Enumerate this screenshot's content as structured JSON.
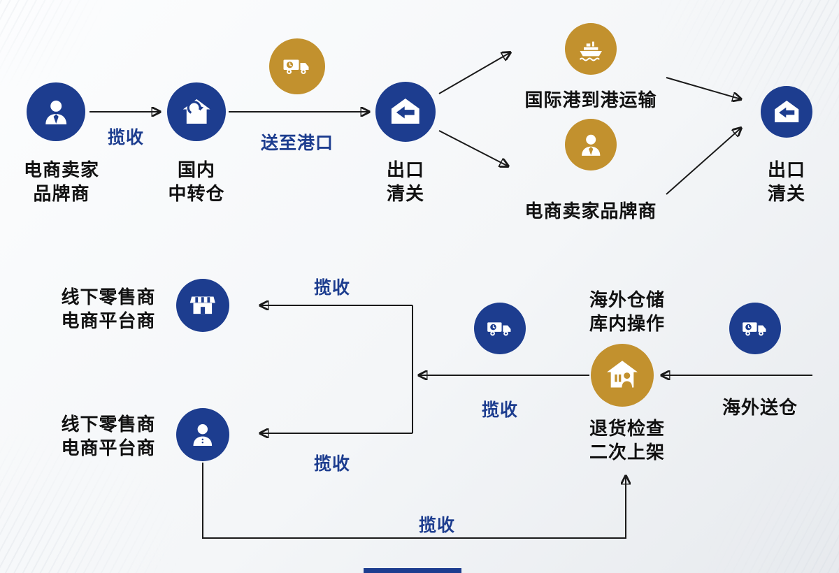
{
  "colors": {
    "navy": "#1d3d8f",
    "gold": "#c2912e",
    "node_label_text": "#111111",
    "edge_label_text": "#1d3d8f",
    "arrow": "#1a1a1a",
    "background": "#f4f6f8"
  },
  "icons": {
    "person-icon": "person silhouette with tie",
    "transit-warehouse-icon": "house with circular refresh arrows",
    "truck-icon": "delivery truck with clock on cargo box",
    "customs-warehouse-icon": "warehouse building with inbound arrow",
    "ship-icon": "cargo ship above waves",
    "storefront-icon": "shop front with striped awning",
    "return-warehouse-icon": "warehouse with person and shelves",
    "person-simple-icon": "person silhouette"
  },
  "flow": {
    "top": {
      "seller": {
        "lines": [
          "电商卖家",
          "品牌商"
        ]
      },
      "pickup_label": "揽收",
      "domestic_transit": {
        "lines": [
          "国内",
          "中转仓"
        ]
      },
      "to_port_label": "送至港口",
      "export_customs": {
        "lines": [
          "出口",
          "清关"
        ]
      },
      "port_to_port": {
        "lines": [
          "国际港到港运输"
        ]
      },
      "seller_brand": {
        "lines": [
          "电商卖家品牌商"
        ]
      },
      "right_customs": {
        "lines": [
          "出口",
          "清关"
        ]
      }
    },
    "bottom": {
      "overseas_delivery_label": "海外送仓",
      "overseas_warehouse": {
        "lines": [
          "海外仓储",
          "库内操作"
        ]
      },
      "return_check": {
        "lines": [
          "退货检查",
          "二次上架"
        ]
      },
      "pickup_mid_label": "揽收",
      "retailer_upper": {
        "lines": [
          "线下零售商",
          "电商平台商"
        ]
      },
      "retailer_lower": {
        "lines": [
          "线下零售商",
          "电商平台商"
        ]
      },
      "pickup_upper_label": "揽收",
      "pickup_lower_label": "揽收",
      "pickup_return_label": "揽收"
    }
  }
}
